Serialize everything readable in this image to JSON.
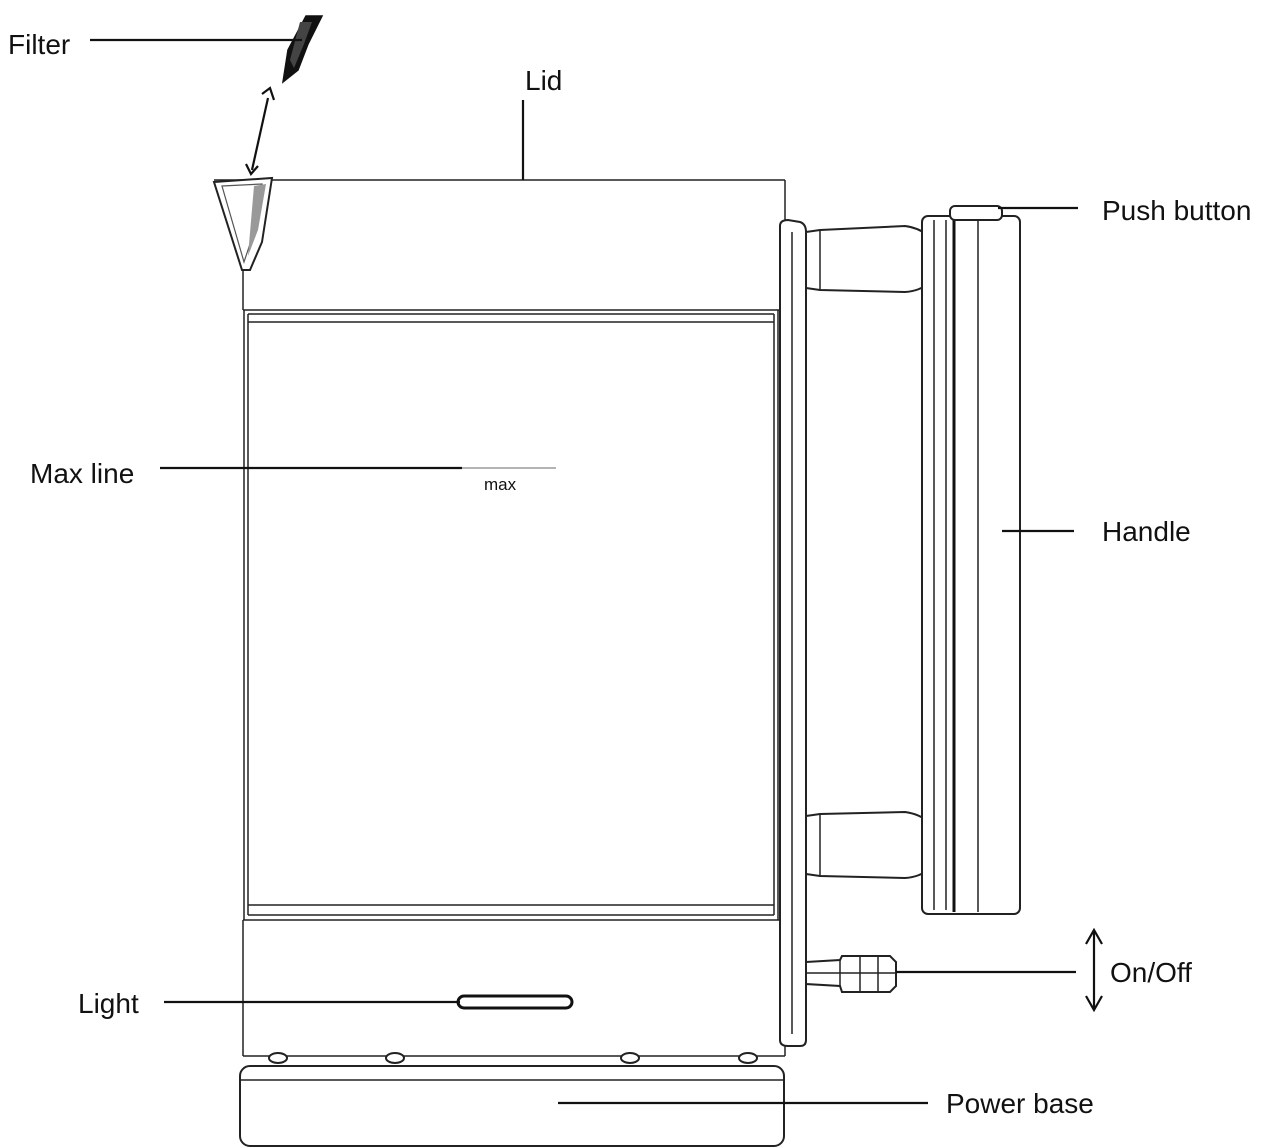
{
  "labels": {
    "filter": "Filter",
    "lid": "Lid",
    "push_button": "Push button",
    "max_line": "Max line",
    "max_mark": "max",
    "handle": "Handle",
    "on_off": "On/Off",
    "light": "Light",
    "power_base": "Power base"
  },
  "colors": {
    "stroke": "#111111",
    "background": "#ffffff"
  }
}
